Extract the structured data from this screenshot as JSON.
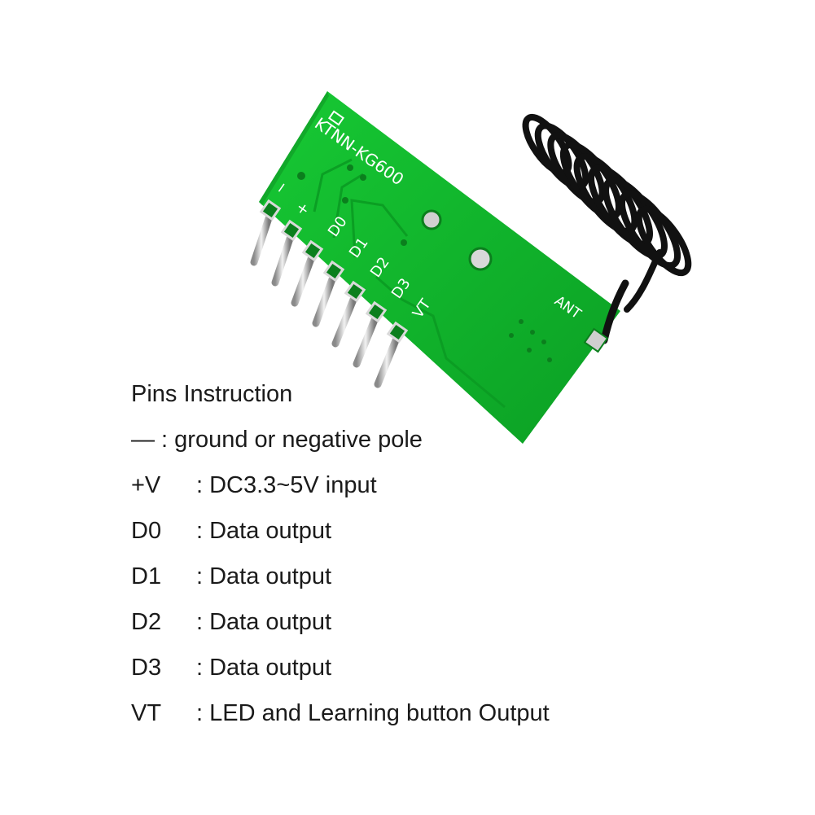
{
  "board": {
    "model": "KTNN-KG600",
    "antenna_label": "ANT",
    "pin_labels": [
      "−",
      "+",
      "D0",
      "D1",
      "D2",
      "D3",
      "VT"
    ],
    "colors": {
      "pcb": "#10b52b",
      "pcb_dark": "#0a8f20",
      "antenna_coil": "#121212",
      "pin_metal": "#c9c9c9"
    }
  },
  "instructions": {
    "heading": "Pins Instruction",
    "rows": [
      {
        "pin": "— : ground or negative pole",
        "desc": ""
      },
      {
        "pin": "+V",
        "desc": ": DC3.3~5V input"
      },
      {
        "pin": "D0",
        "desc": ": Data output"
      },
      {
        "pin": "D1",
        "desc": ": Data output"
      },
      {
        "pin": "D2",
        "desc": ": Data output"
      },
      {
        "pin": "D3",
        "desc": ": Data output"
      },
      {
        "pin": "VT",
        "desc": ": LED and Learning button Output"
      }
    ]
  }
}
